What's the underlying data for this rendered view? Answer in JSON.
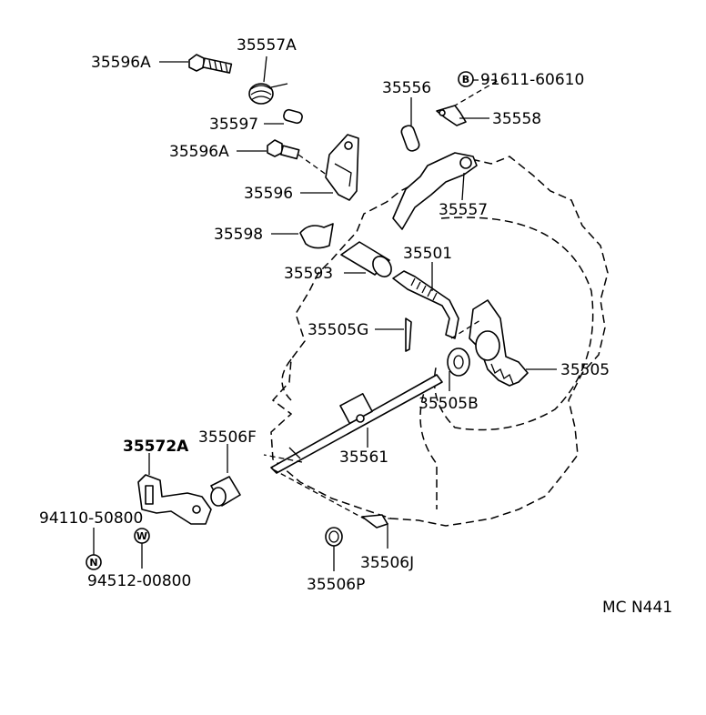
{
  "diagram_code": "MC N441",
  "marks": {
    "b": "B",
    "n": "N",
    "w": "W"
  },
  "labels": {
    "p35596a_top": "35596A",
    "p35557a": "35557A",
    "p35597": "35597",
    "p35596a_mid": "35596A",
    "p35596": "35596",
    "p35598": "35598",
    "p35593": "35593",
    "p35556": "35556",
    "p91611": "91611-60610",
    "p35558": "35558",
    "p35557": "35557",
    "p35501": "35501",
    "p35505g": "35505G",
    "p35505": "35505",
    "p35505b": "35505B",
    "p35561": "35561",
    "p35572a": "35572A",
    "p35506f": "35506F",
    "p94110": "94110-50800",
    "p94512": "94512-00800",
    "p35506j": "35506J",
    "p35506p": "35506P"
  }
}
